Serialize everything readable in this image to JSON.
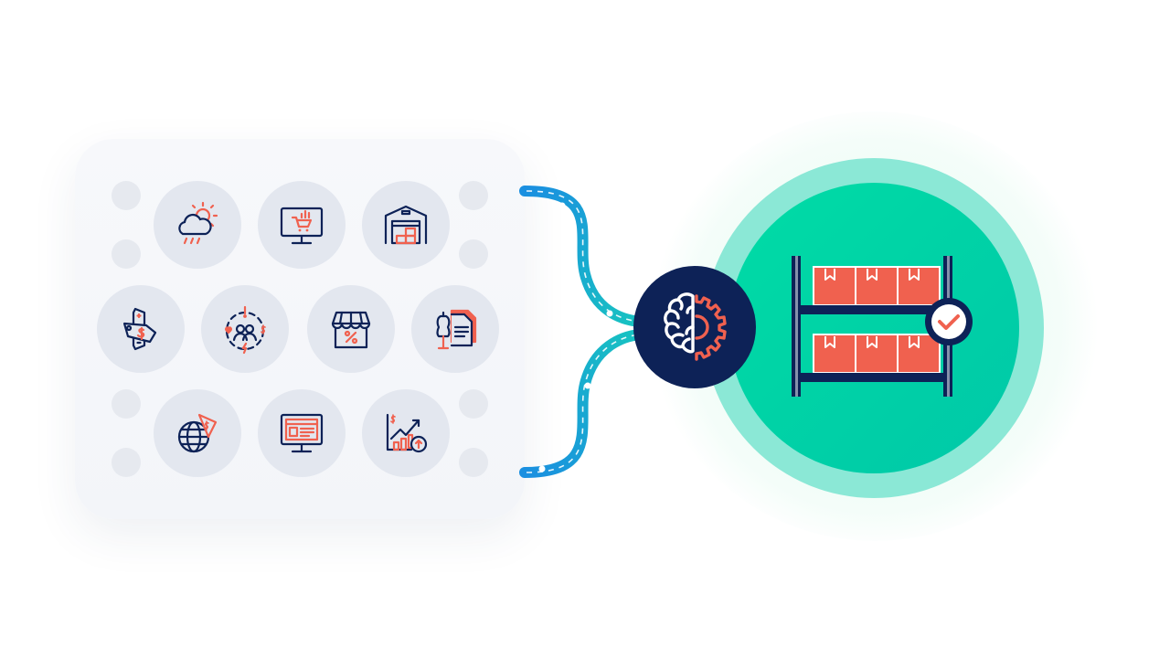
{
  "diagram": {
    "source_icons": [
      {
        "row": 1,
        "name": "weather-icon"
      },
      {
        "row": 1,
        "name": "online-shopping-analytics-icon"
      },
      {
        "row": 1,
        "name": "warehouse-icon"
      },
      {
        "row": 2,
        "name": "price-tag-icon"
      },
      {
        "row": 2,
        "name": "customer-sentiment-icon"
      },
      {
        "row": 2,
        "name": "storefront-promotion-icon"
      },
      {
        "row": 2,
        "name": "fashion-product-icon"
      },
      {
        "row": 3,
        "name": "global-market-icon"
      },
      {
        "row": 3,
        "name": "web-store-icon"
      },
      {
        "row": 3,
        "name": "growth-chart-icon"
      }
    ],
    "processor_icon": "brain-gear-icon",
    "output_icon": "inventory-shelf-check-icon",
    "colors": {
      "navy": "#0d2257",
      "coral": "#f0614f",
      "teal": "#00c8a8",
      "mint_ring": "#8be8d6",
      "connector_blue": "#1a8fe0",
      "connector_teal": "#17c3c1",
      "panel": "#f5f7fa"
    }
  }
}
